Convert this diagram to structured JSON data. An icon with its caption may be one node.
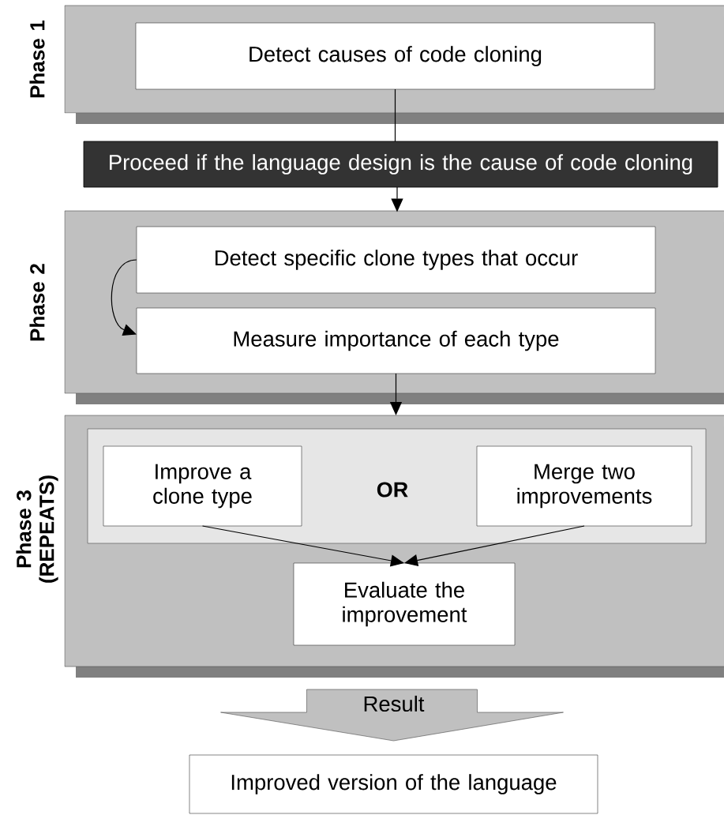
{
  "diagram": {
    "nodes": [
      {
        "text": [
          "Phase 1"
        ]
      },
      {
        "text": [
          "Detect causes of code cloning"
        ],
        "in": 0
      },
      {
        "text": [
          "Proceed if the language design is the cause of code cloning"
        ]
      },
      {
        "text": [
          "Phase 2"
        ]
      },
      {
        "text": [
          "Detect specific clone types that occur"
        ],
        "in": 3
      },
      {
        "text": [
          "Measure importance of each type"
        ],
        "in": 3
      },
      {
        "text": [
          "Phase 3 (REPEATS)"
        ]
      },
      {
        "text": [
          "OR"
        ],
        "in": 6
      },
      {
        "text": [
          "Improve a clone type"
        ],
        "in": 7
      },
      {
        "text": [
          "Merge two improvements"
        ],
        "in": 7
      },
      {
        "text": [
          "Evaluate the improvement"
        ],
        "in": 6
      },
      {
        "text": [
          "Improved version of the language"
        ]
      }
    ],
    "edges": [
      {
        "from": 1,
        "to": 2,
        "arrow": "none"
      },
      {
        "from": 2,
        "to": 3,
        "arrow": "to"
      },
      {
        "from": 4,
        "to": 5,
        "arrow": "to"
      },
      {
        "from": 5,
        "to": 6,
        "arrow": "to"
      },
      {
        "from": 8,
        "to": 10,
        "arrow": "to"
      },
      {
        "from": 9,
        "to": 10,
        "arrow": "to"
      },
      {
        "from": 6,
        "to": 11,
        "arrow": "to",
        "label": "Result"
      }
    ]
  }
}
